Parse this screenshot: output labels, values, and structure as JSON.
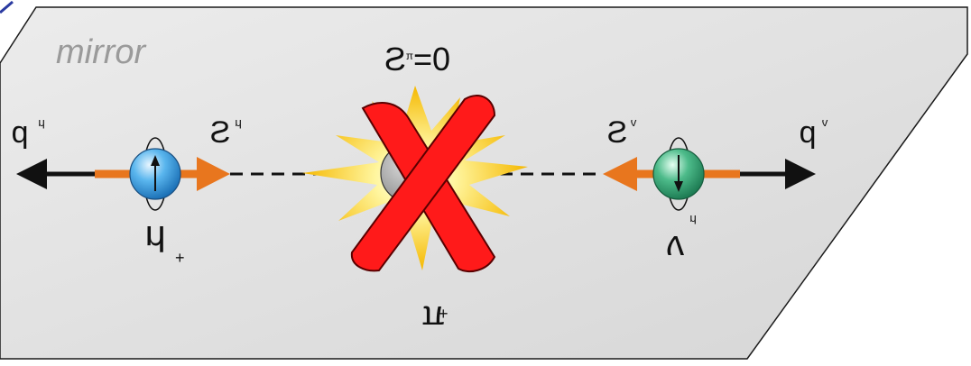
{
  "mirror_label": "mirror",
  "pion_spin_label": "S",
  "pion_spin_subscript": "π",
  "pion_spin_equation": "=0",
  "pion_label": "π",
  "pion_charge": "+",
  "muon_label": "μ",
  "muon_charge": "+",
  "muon_momentum_label": "p",
  "muon_momentum_subscript": "μ",
  "muon_spin_label": "S",
  "muon_spin_subscript": "μ",
  "neutrino_label": "ν",
  "neutrino_subscript": "μ",
  "neutrino_momentum_label": "p",
  "neutrino_momentum_subscript": "ν",
  "neutrino_spin_label": "S",
  "neutrino_spin_subscript": "ν",
  "colors": {
    "mirror_fill": "#e4e4e4",
    "cross": "#ff1a1a",
    "arrow_orange": "#e8761e",
    "muon_blue": "#2a8fd6",
    "neutrino_green": "#2e9b6c",
    "burst_yellow": "#f7d21a",
    "pion_gray": "#a8a8a8"
  }
}
